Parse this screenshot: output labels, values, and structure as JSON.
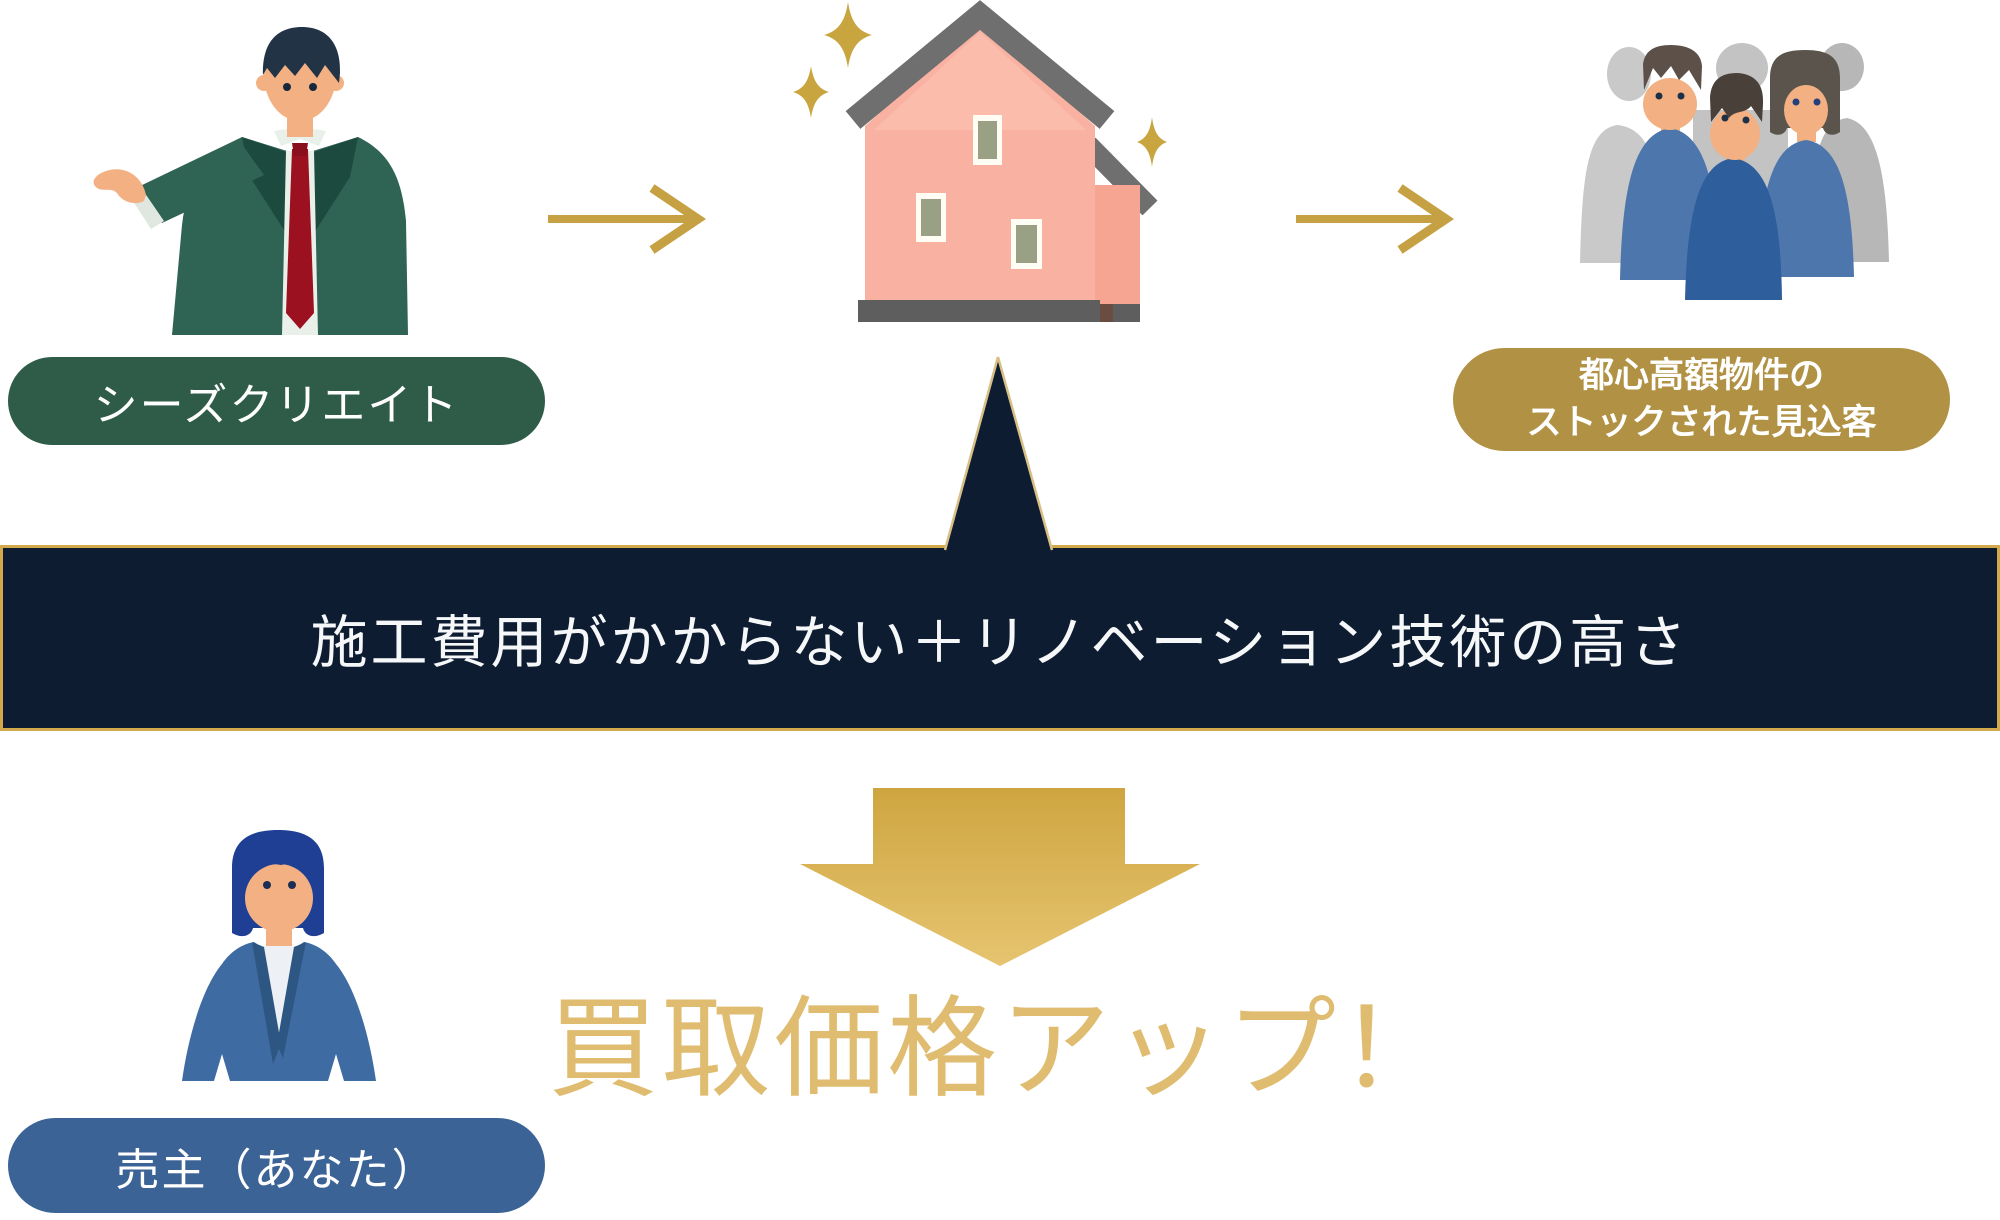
{
  "page": {
    "background": "#ffffff"
  },
  "actors": {
    "seeds_create": {
      "label": "シーズクリエイト",
      "pill_color": "#2e5c49"
    },
    "prospects": {
      "label_line1": "都心高額物件の",
      "label_line2": "ストックされた見込客",
      "pill_color": "#b19245"
    },
    "seller": {
      "label": "売主（あなた）",
      "pill_color": "#3b6396"
    }
  },
  "banner": {
    "text": "施工費用がかからない＋リノベーション技術の高さ",
    "background": "#0d1c31",
    "border_color": "#d2a94b"
  },
  "result": {
    "text": "買取価格アップ！",
    "color": "#dfbc70"
  },
  "icons": {
    "businessman": "businessman-illustration",
    "house": "sparkling-house-illustration",
    "customers": "customer-group-illustration",
    "businesswoman": "businesswoman-illustration",
    "arrow_right": "arrow-right-icon",
    "arrow_down": "arrow-down-icon",
    "pointer_up": "triangle-pointer-icon"
  },
  "accent": {
    "arrow_gold": "#c6a144",
    "sparkle_gold": "#c9a53f"
  }
}
